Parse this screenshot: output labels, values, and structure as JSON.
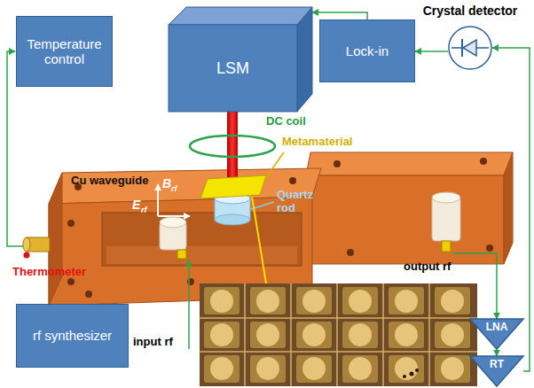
{
  "diagram": {
    "nodes": [
      {
        "text": [
          "Temperature control"
        ]
      },
      {
        "text": [
          "LSM"
        ]
      },
      {
        "text": [
          "Lock-in"
        ]
      },
      {
        "text": [
          "Crystal detector"
        ]
      },
      {
        "text": [
          "rf synthesizer"
        ]
      },
      {
        "text": [
          "LNA"
        ]
      },
      {
        "text": [
          "RT"
        ]
      }
    ],
    "edges": [
      {
        "from": 2,
        "to": 1,
        "arrow": "to"
      },
      {
        "from": 3,
        "to": 2,
        "arrow": "to"
      },
      {
        "from": 5,
        "to": 6,
        "arrow": "to"
      },
      {
        "from": 6,
        "to": 3,
        "arrow": "to"
      }
    ],
    "labels": [
      "DC coil",
      "Metamaterial",
      "Cu waveguide",
      "B",
      "rf",
      "E",
      "rf",
      "Quartz rod",
      "Thermometer",
      "input rf",
      "output rf"
    ]
  }
}
